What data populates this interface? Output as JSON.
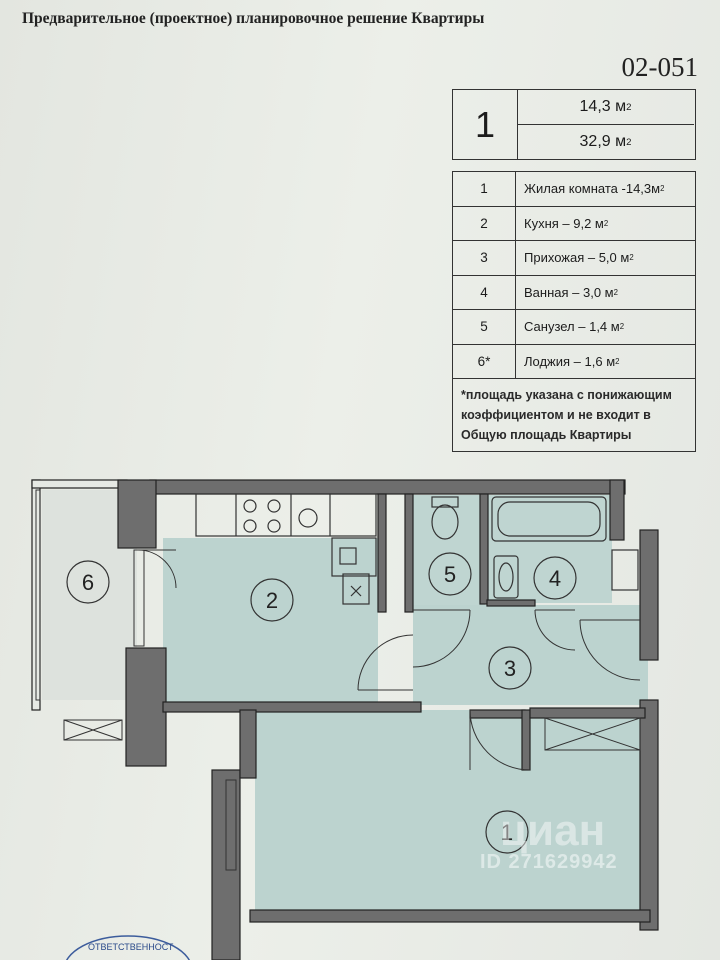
{
  "document": {
    "title": "Предварительное (проектное) планировочное решение Квартиры",
    "apartment_number": "02-051"
  },
  "summary": {
    "rooms_count": "1",
    "living_area_value": "14,3 м",
    "total_area_value": "32,9 м",
    "unit_superscript": "2"
  },
  "rooms": [
    {
      "num": "1",
      "name": "Жилая комната -14,3м"
    },
    {
      "num": "2",
      "name": "Кухня – 9,2 м"
    },
    {
      "num": "3",
      "name": "Прихожая – 5,0 м"
    },
    {
      "num": "4",
      "name": "Ванная – 3,0 м"
    },
    {
      "num": "5",
      "name": "Санузел – 1,4 м"
    },
    {
      "num": "6*",
      "name": "Лоджия – 1,6 м"
    }
  ],
  "note": "*площадь указана с понижающим коэффициентом и не входит в Общую площадь Квартиры",
  "plan_labels": {
    "r1": "1",
    "r2": "2",
    "r3": "3",
    "r4": "4",
    "r5": "5",
    "r6": "6"
  },
  "colors": {
    "room_fill": "#bcd3cf",
    "wall": "#6b6b6b",
    "wall_outline": "#222222"
  },
  "watermark": {
    "brand": "циан",
    "id": "ID 271629942"
  },
  "stamp": {
    "text": "ОТВЕТСТВЕННОСТ"
  }
}
